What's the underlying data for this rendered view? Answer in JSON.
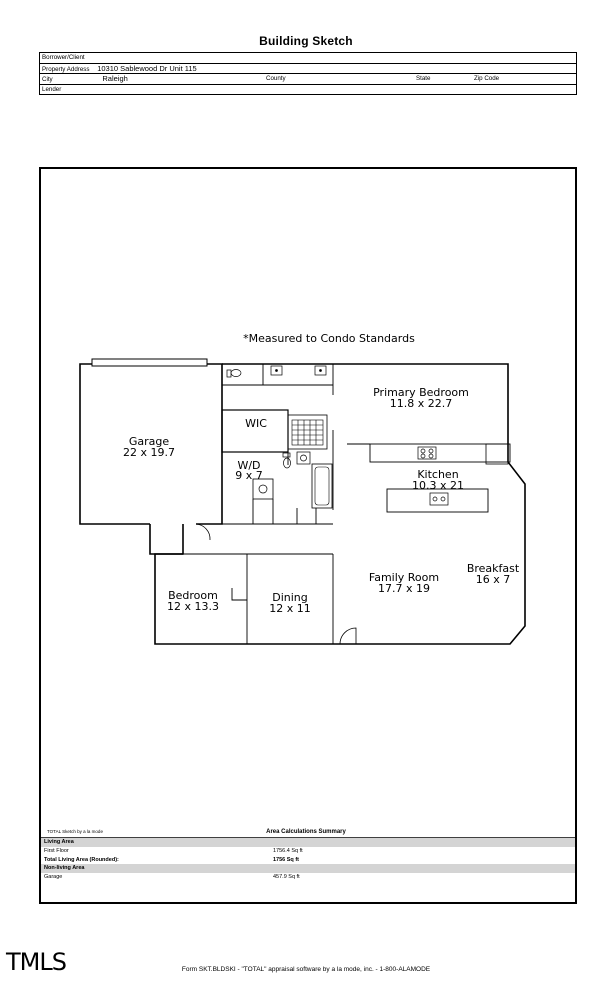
{
  "title": "Building Sketch",
  "header_form": {
    "borrower_label": "Borrower/Client",
    "borrower_value": "",
    "property_label": "Property Address",
    "property_value": "10310 Sablewood Dr Unit 115",
    "city_label": "City",
    "city_value": "Raleigh",
    "county_label": "County",
    "state_label": "State",
    "zip_label": "Zip Code",
    "lender_label": "Lender"
  },
  "sketch": {
    "note": "*Measured to Condo Standards",
    "rooms": [
      {
        "name": "Garage",
        "dims": "22 x 19.7"
      },
      {
        "name": "WIC",
        "dims": ""
      },
      {
        "name": "W/D",
        "dims": "9 x 7"
      },
      {
        "name": "Primary Bedroom",
        "dims": "11.8 x 22.7"
      },
      {
        "name": "Kitchen",
        "dims": "10.3 x 21"
      },
      {
        "name": "Breakfast",
        "dims": "16 x 7"
      },
      {
        "name": "Family Room",
        "dims": "17.7 x 19"
      },
      {
        "name": "Bedroom",
        "dims": "12 x 13.3"
      },
      {
        "name": "Dining",
        "dims": "12 x 11"
      }
    ],
    "credit": "TOTAL Sketch by a la mode"
  },
  "area_summary": {
    "title": "Area Calculations Summary",
    "rows": [
      {
        "label": "Living Area",
        "value": "",
        "style": "section"
      },
      {
        "label": "First Floor",
        "value": "1756.4 Sq ft",
        "style": "normal"
      },
      {
        "label": "Total Living Area (Rounded):",
        "value": "1756 Sq ft",
        "style": "bold"
      },
      {
        "label": "Non-living Area",
        "value": "",
        "style": "section"
      },
      {
        "label": "Garage",
        "value": "457.9 Sq ft",
        "style": "normal"
      }
    ]
  },
  "logo_text": "TMLS",
  "footer": "Form SKT.BLDSKI - \"TOTAL\" appraisal software by a la mode, inc. - 1-800-ALAMODE"
}
